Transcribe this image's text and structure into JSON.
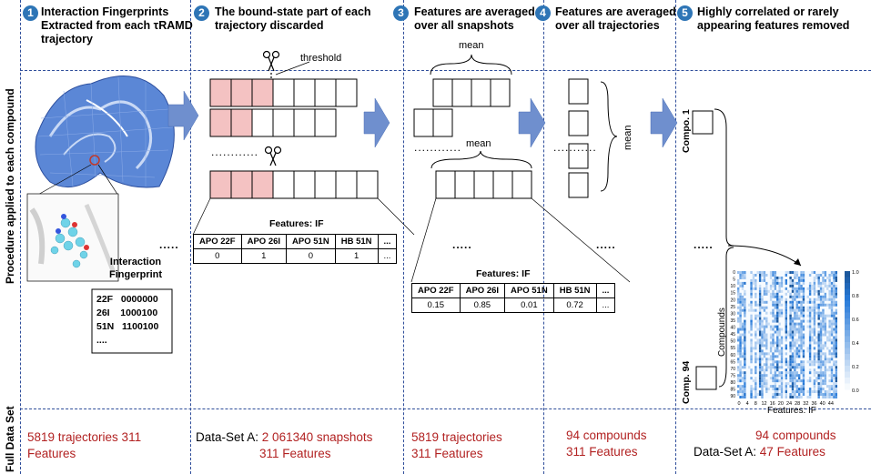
{
  "steps": [
    {
      "num": "1",
      "title_line1": "Interaction Fingerprints",
      "title_line2": "Extracted from each τRAMD",
      "title_line3": "trajectory"
    },
    {
      "num": "2",
      "title_line1": "The bound-state part of each",
      "title_line2": "trajectory discarded"
    },
    {
      "num": "3",
      "title_line1": "Features are averaged",
      "title_line2": "over all snapshots"
    },
    {
      "num": "4",
      "title_line1": "Features are averaged",
      "title_line2": "over all trajectories"
    },
    {
      "num": "5",
      "title_line1": "Highly correlated or rarely",
      "title_line2": "appearing features removed"
    }
  ],
  "side_labels": {
    "procedure": "Procedure applied to  each  compound",
    "full_data": "Full Data Set"
  },
  "panel1": {
    "if_label_line1": "Interaction",
    "if_label_line2": "Fingerprint",
    "fp_rows": [
      {
        "res": "22F",
        "bits": "0000000"
      },
      {
        "res": "26I",
        "bits": "1000100"
      },
      {
        "res": "51N",
        "bits": "1100100"
      }
    ],
    "fp_more": "....",
    "dots": "....."
  },
  "panel2": {
    "threshold": "threshold",
    "dots_mid": "............",
    "table_caption": "Features: IF",
    "headers": [
      "APO 22F",
      "APO 26I",
      "APO 51N",
      "HB 51N",
      "..."
    ],
    "values": [
      "0",
      "1",
      "0",
      "1",
      "..."
    ]
  },
  "panel3": {
    "mean_top": "mean",
    "mean_bottom": "mean",
    "dots_mid": "............",
    "dots_low": ".....",
    "table_caption": "Features: IF",
    "headers": [
      "APO 22F",
      "APO 26I",
      "APO 51N",
      "HB 51N",
      "..."
    ],
    "values": [
      "0.15",
      "0.85",
      "0.01",
      "0.72",
      "..."
    ]
  },
  "panel4": {
    "mean": "mean",
    "dots_mid": "...........",
    "dots_low": "....."
  },
  "panel5": {
    "comp1": "Compo. 1",
    "comp94": "Comp. 94",
    "dots": ".....",
    "y_axis": "Compounds",
    "x_axis": "Features: IF",
    "y_ticks": [
      "0",
      "5",
      "10",
      "15",
      "20",
      "25",
      "30",
      "35",
      "40",
      "45",
      "50",
      "55",
      "60",
      "65",
      "70",
      "75",
      "80",
      "85",
      "90"
    ],
    "x_ticks": [
      "0",
      "4",
      "8",
      "12",
      "16",
      "20",
      "24",
      "28",
      "32",
      "36",
      "40",
      "44"
    ],
    "colorbar_ticks": [
      "1.0",
      "0.8",
      "0.6",
      "0.4",
      "0.2",
      "0.0"
    ]
  },
  "bottom": {
    "c1_line1": "5819 trajectories  311",
    "c1_line2": "Features",
    "c2_prefix": "Data-Set A: ",
    "c2_value": "2 061340 snapshots",
    "c2_line2": "311 Features",
    "c3_line1": "5819 trajectories",
    "c3_line2": "311 Features",
    "c4_line1": "94 compounds",
    "c4_line2": "311 Features",
    "c5_line1": "94 compounds",
    "c5_prefix": "Data-Set A: ",
    "c5_value": "47 Features"
  },
  "colors": {
    "dash": "#2e4d9a",
    "arrow": "#6f8fce",
    "pink": "#f4c2c2",
    "red": "#b22222",
    "step": "#2e75b6"
  }
}
